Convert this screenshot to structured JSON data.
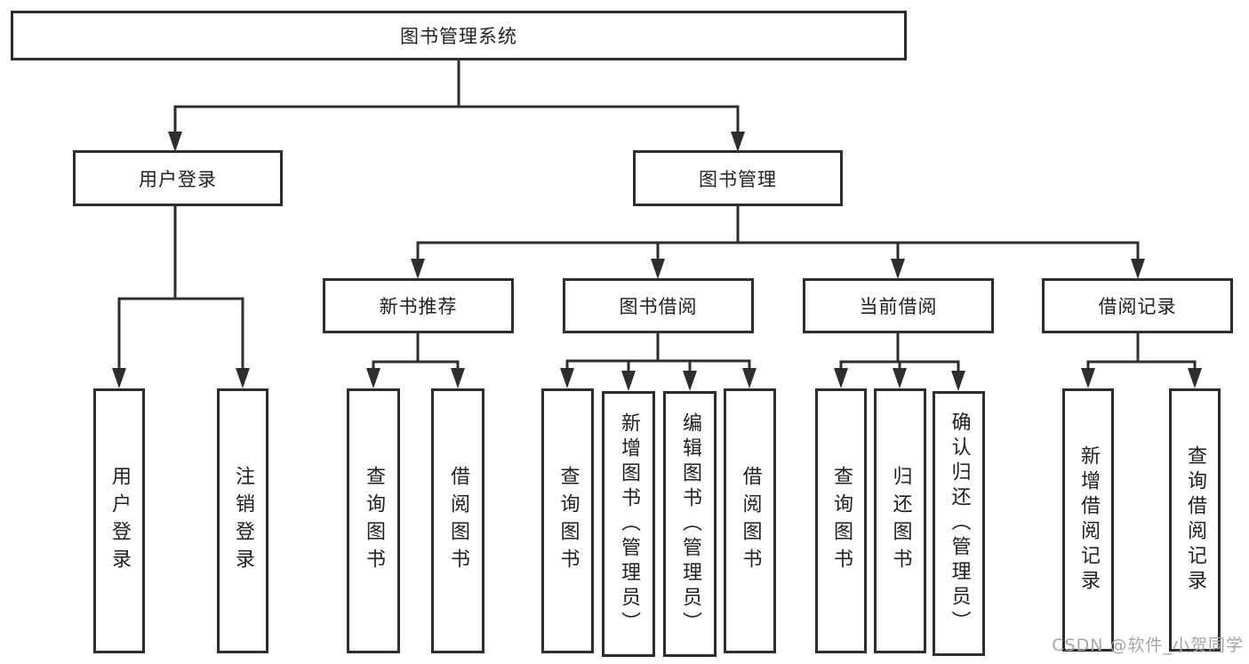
{
  "diagram": {
    "title": "图书管理系统",
    "level1": {
      "user_login": {
        "label": "用户登录"
      },
      "book_mgmt": {
        "label": "图书管理"
      }
    },
    "level2": {
      "new_book_rec": {
        "label": "新书推荐",
        "parent": "图书管理"
      },
      "book_borrow": {
        "label": "图书借阅",
        "parent": "图书管理"
      },
      "current_borrow": {
        "label": "当前借阅",
        "parent": "图书管理"
      },
      "borrow_records": {
        "label": "借阅记录",
        "parent": "图书管理"
      }
    },
    "leaves": {
      "ul_login": {
        "label": "用户登录",
        "parent": "用户登录"
      },
      "ul_logout": {
        "label": "注销登录",
        "parent": "用户登录"
      },
      "nbr_query": {
        "label": "查询图书",
        "parent": "新书推荐"
      },
      "nbr_borrow": {
        "label": "借阅图书",
        "parent": "新书推荐"
      },
      "bb_query": {
        "label": "查询图书",
        "parent": "图书借阅"
      },
      "bb_add": {
        "label": "新增图书（管理员）",
        "parent": "图书借阅"
      },
      "bb_edit": {
        "label": "编辑图书（管理员）",
        "parent": "图书借阅"
      },
      "bb_borrow": {
        "label": "借阅图书",
        "parent": "图书借阅"
      },
      "cb_query": {
        "label": "查询图书",
        "parent": "当前借阅"
      },
      "cb_return": {
        "label": "归还图书",
        "parent": "当前借阅"
      },
      "cb_confirm": {
        "label": "确认归还（管理员）",
        "parent": "当前借阅"
      },
      "br_add": {
        "label": "新增借阅记录",
        "parent": "借阅记录"
      },
      "br_query": {
        "label": "查询借阅记录",
        "parent": "借阅记录"
      }
    }
  },
  "watermark": {
    "text": "CSDN @软件_小贺同学"
  },
  "colors": {
    "line": "#2e2e2e",
    "box_border": "#2e2e2e",
    "text": "#212121",
    "watermark": "#a6a6a6",
    "background": "#ffffff"
  }
}
